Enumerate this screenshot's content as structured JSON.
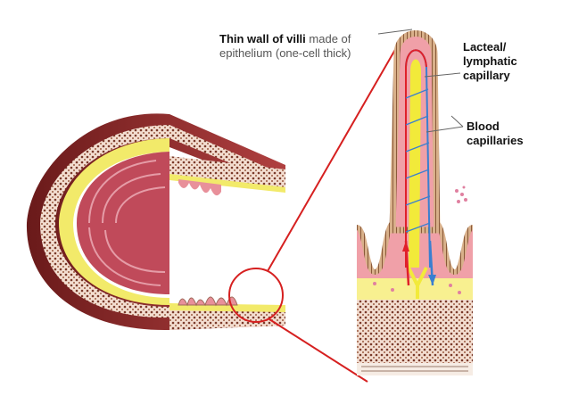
{
  "labels": {
    "thin_wall_bold": "Thin wall of villi",
    "thin_wall_rest": " made of",
    "thin_wall_line2": "epithelium (one-cell thick)",
    "lacteal_line1": "Lacteal/",
    "lacteal_line2": "lymphatic",
    "lacteal_line3": "capillary",
    "blood_line1": "Blood",
    "blood_line2": "capillaries"
  },
  "colors": {
    "zoom_circle": "#d62020",
    "lacteal": "#f2ea3a",
    "artery": "#e0202a",
    "vein": "#3a7fd0",
    "mucosa": "#f0a0a8",
    "epithelium": "#c89a70",
    "muscle": "#8a2a2a"
  }
}
